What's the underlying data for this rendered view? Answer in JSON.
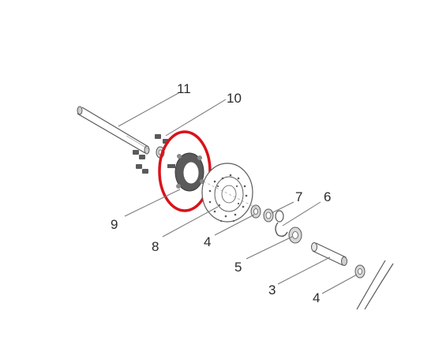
{
  "diagram": {
    "callouts": {
      "axle": "11",
      "small_bolts": "10",
      "hub_flange": "9",
      "brake_disc": "8",
      "spacer_ring": "7",
      "circlip": "6",
      "bearing_left": "4",
      "bearing_center": "5",
      "spacer_tube": "3",
      "bearing_right": "4"
    },
    "highlight": {
      "target": "hub_flange",
      "color": "#d9121b"
    },
    "colors": {
      "line": "#5a5a5a",
      "part_fill": "#d8d8d8",
      "dark_part": "#555555",
      "background": "#ffffff"
    }
  }
}
